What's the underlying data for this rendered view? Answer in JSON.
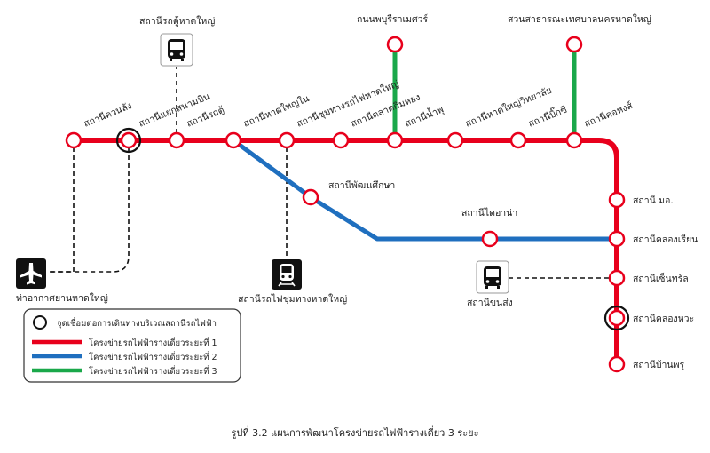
{
  "colors": {
    "line1": "#e8001c",
    "line2": "#1f6fbf",
    "line3": "#1aa84a",
    "connector": "#111111"
  },
  "stations": {
    "kuanlang": "สถานีควนลัง",
    "yaek_sanambin": "สถานีแยกสนามบิน",
    "rot_tu": "สถานีรถตู้",
    "hatyai_nai": "สถานีหาดใหญ่ใน",
    "chumtang": "สถานีชุมทางรถไฟหาดใหญ่",
    "talad_kimyong": "สถานีตลาดกิมหยง",
    "nam_phu": "สถานีน้ำพุ",
    "hatyai_wittaya": "สถานีหาดใหญ่วิทยาลัย",
    "big_c": "สถานีบิ๊กซี",
    "khophong": "สถานีคอหงส์",
    "mor": "สถานี มอ.",
    "khlong_rian": "สถานีคลองเรียน",
    "central": "สถานีเซ็นทรัล",
    "khlong_hae": "สถานีคลองหวะ",
    "ban_phru": "สถานีบ้านพรุ",
    "phatthana_suksa": "สถานีพัฒนศึกษา",
    "dao_na": "สถานีไดอาน่า",
    "thanon_phetkasem": "ถนนพบุรีราเมศวร์",
    "suan_satharana": "สวนสาธารณะเทศบาลนครหาดใหญ่"
  },
  "poi": {
    "van_station": "สถานีรถตู้หาดใหญ่",
    "airport": "ท่าอากาศยานหาดใหญ่",
    "train_station": "สถานีรถไฟชุมทางหาดใหญ่",
    "bus_terminal": "สถานีขนส่ง"
  },
  "icons": {
    "airport": "airplane-icon",
    "van": "bus-icon",
    "train": "train-icon",
    "bus": "bus-icon"
  },
  "legend": {
    "interchange": "จุดเชื่อมต่อการเดินทางบริเวณสถานีรถไฟฟ้า",
    "line1": "โครงข่ายรถไฟฟ้ารางเดี่ยวระยะที่ 1",
    "line2": "โครงข่ายรถไฟฟ้ารางเดี่ยวระยะที่ 2",
    "line3": "โครงข่ายรถไฟฟ้ารางเดี่ยวระยะที่ 3"
  },
  "caption": "รูปที่ 3.2 แผนการพัฒนาโครงข่ายรถไฟฟ้ารางเดี่ยว 3 ระยะ"
}
